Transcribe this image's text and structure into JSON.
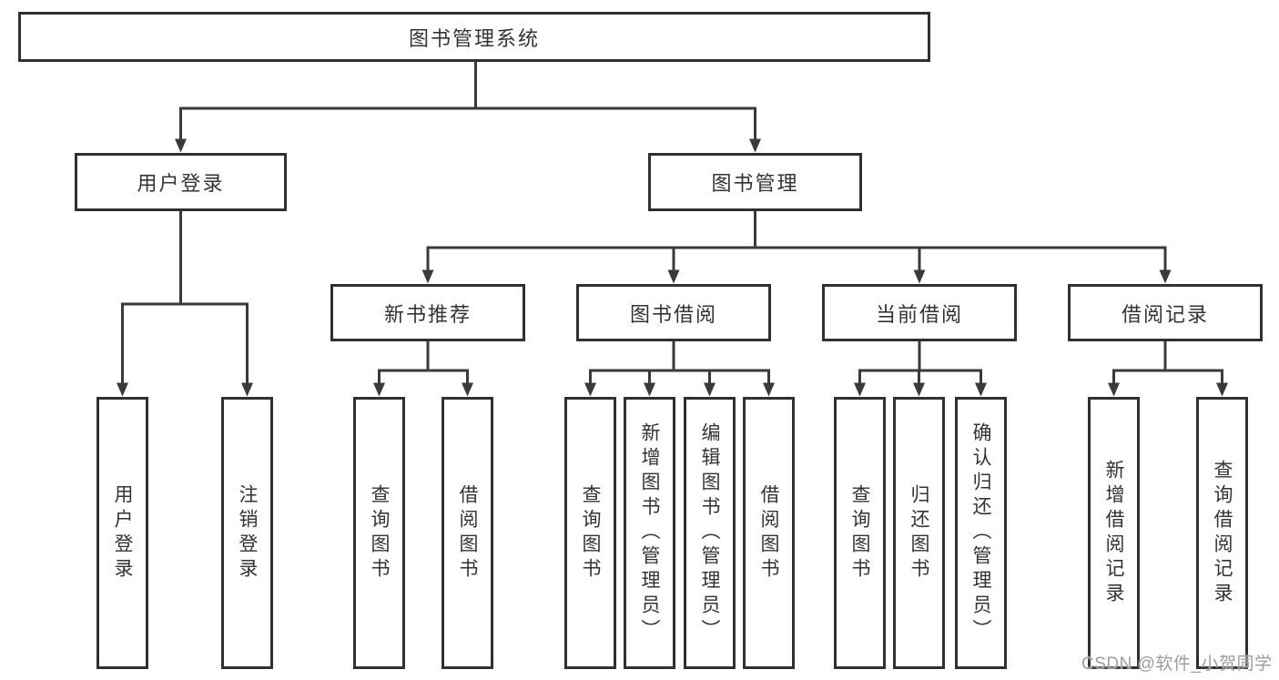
{
  "diagram": {
    "root": "图书管理系统",
    "user_login": {
      "label": "用户登录",
      "leaves": [
        "用户登录",
        "注销登录"
      ]
    },
    "book_management": {
      "label": "图书管理",
      "groups": [
        {
          "label": "新书推荐",
          "leaves": [
            "查询图书",
            "借阅图书"
          ]
        },
        {
          "label": "图书借阅",
          "leaves": [
            "查询图书",
            "新增图书（管理员）",
            "编辑图书（管理员）",
            "借阅图书"
          ]
        },
        {
          "label": "当前借阅",
          "leaves": [
            "查询图书",
            "归还图书",
            "确认归还（管理员）"
          ]
        },
        {
          "label": "借阅记录",
          "leaves": [
            "新增借阅记录",
            "查询借阅记录"
          ]
        }
      ]
    }
  },
  "watermark": "CSDN @软件_小贺同学",
  "colors": {
    "background": "#ffffff",
    "box_border": "#303030",
    "line": "#3a3a3a",
    "text": "#333333",
    "watermark": "#9c9c9c"
  }
}
